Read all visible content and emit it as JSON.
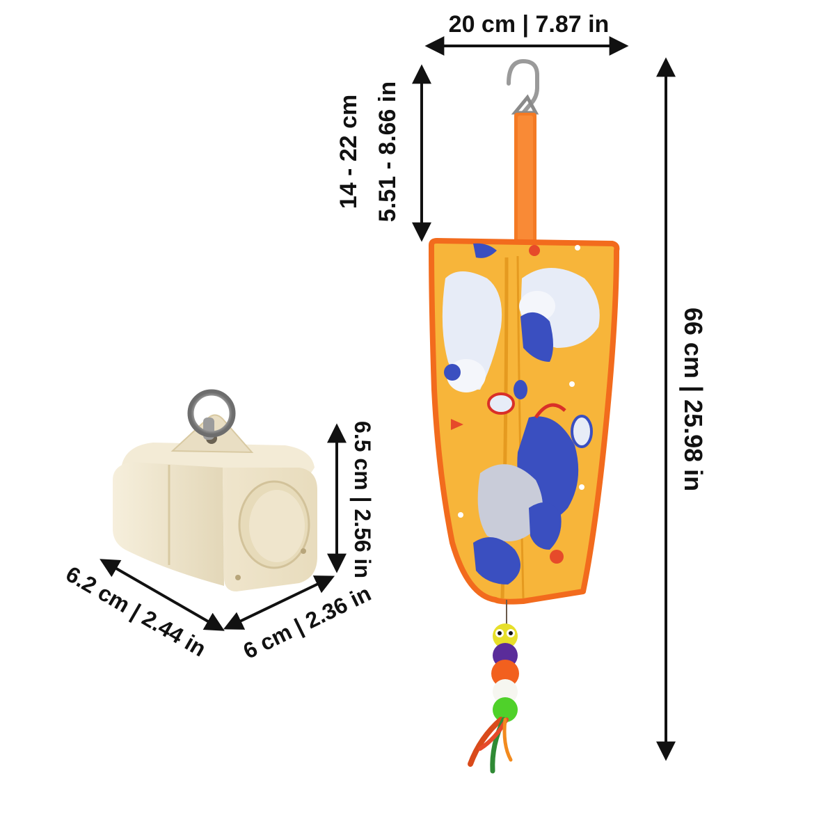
{
  "dimensions": {
    "bag_width": "20 cm | 7.87 in",
    "strap_length_cm": "14 - 22 cm",
    "strap_length_in": "5.51 - 8.66 in",
    "total_height": "66 cm | 25.98 in",
    "box_height": "6.5 cm | 2.56 in",
    "box_length": "6.2 cm | 2.44 in",
    "box_width": "6 cm | 2.36 in"
  },
  "colors": {
    "bag": "#f7b53a",
    "bag_trim": "#f26b1d",
    "strap": "#f47a24",
    "box": "#efe5cc",
    "ink": "#111111"
  }
}
